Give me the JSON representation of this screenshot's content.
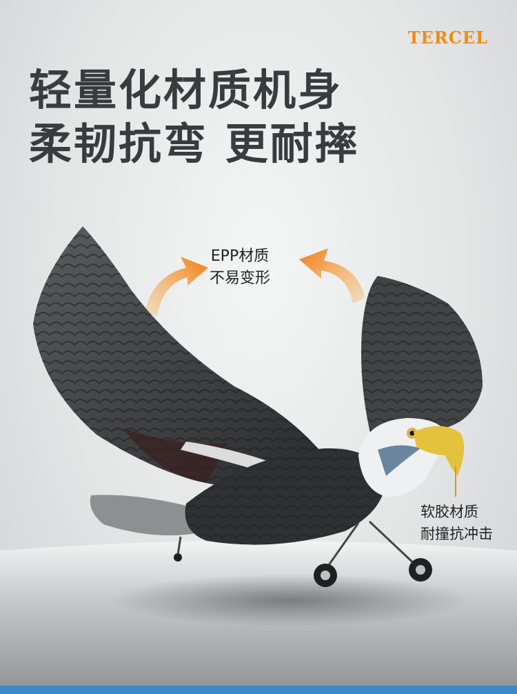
{
  "brand": {
    "name": "TERCEL",
    "color": "#f28a14"
  },
  "headline": {
    "line1": "轻量化材质机身",
    "line2": "柔韧抗弯 更耐摔"
  },
  "callouts": {
    "material": {
      "line1": "EPP材质",
      "line2": "不易变形"
    },
    "rubber": {
      "line1": "软胶材质",
      "line2": "耐撞抗冲击"
    }
  },
  "icons": {
    "left_arrow": "curved-arrow-icon",
    "right_arrow": "curved-arrow-icon"
  },
  "colors": {
    "accent": "#f28a14",
    "text": "#3a3b3c"
  }
}
